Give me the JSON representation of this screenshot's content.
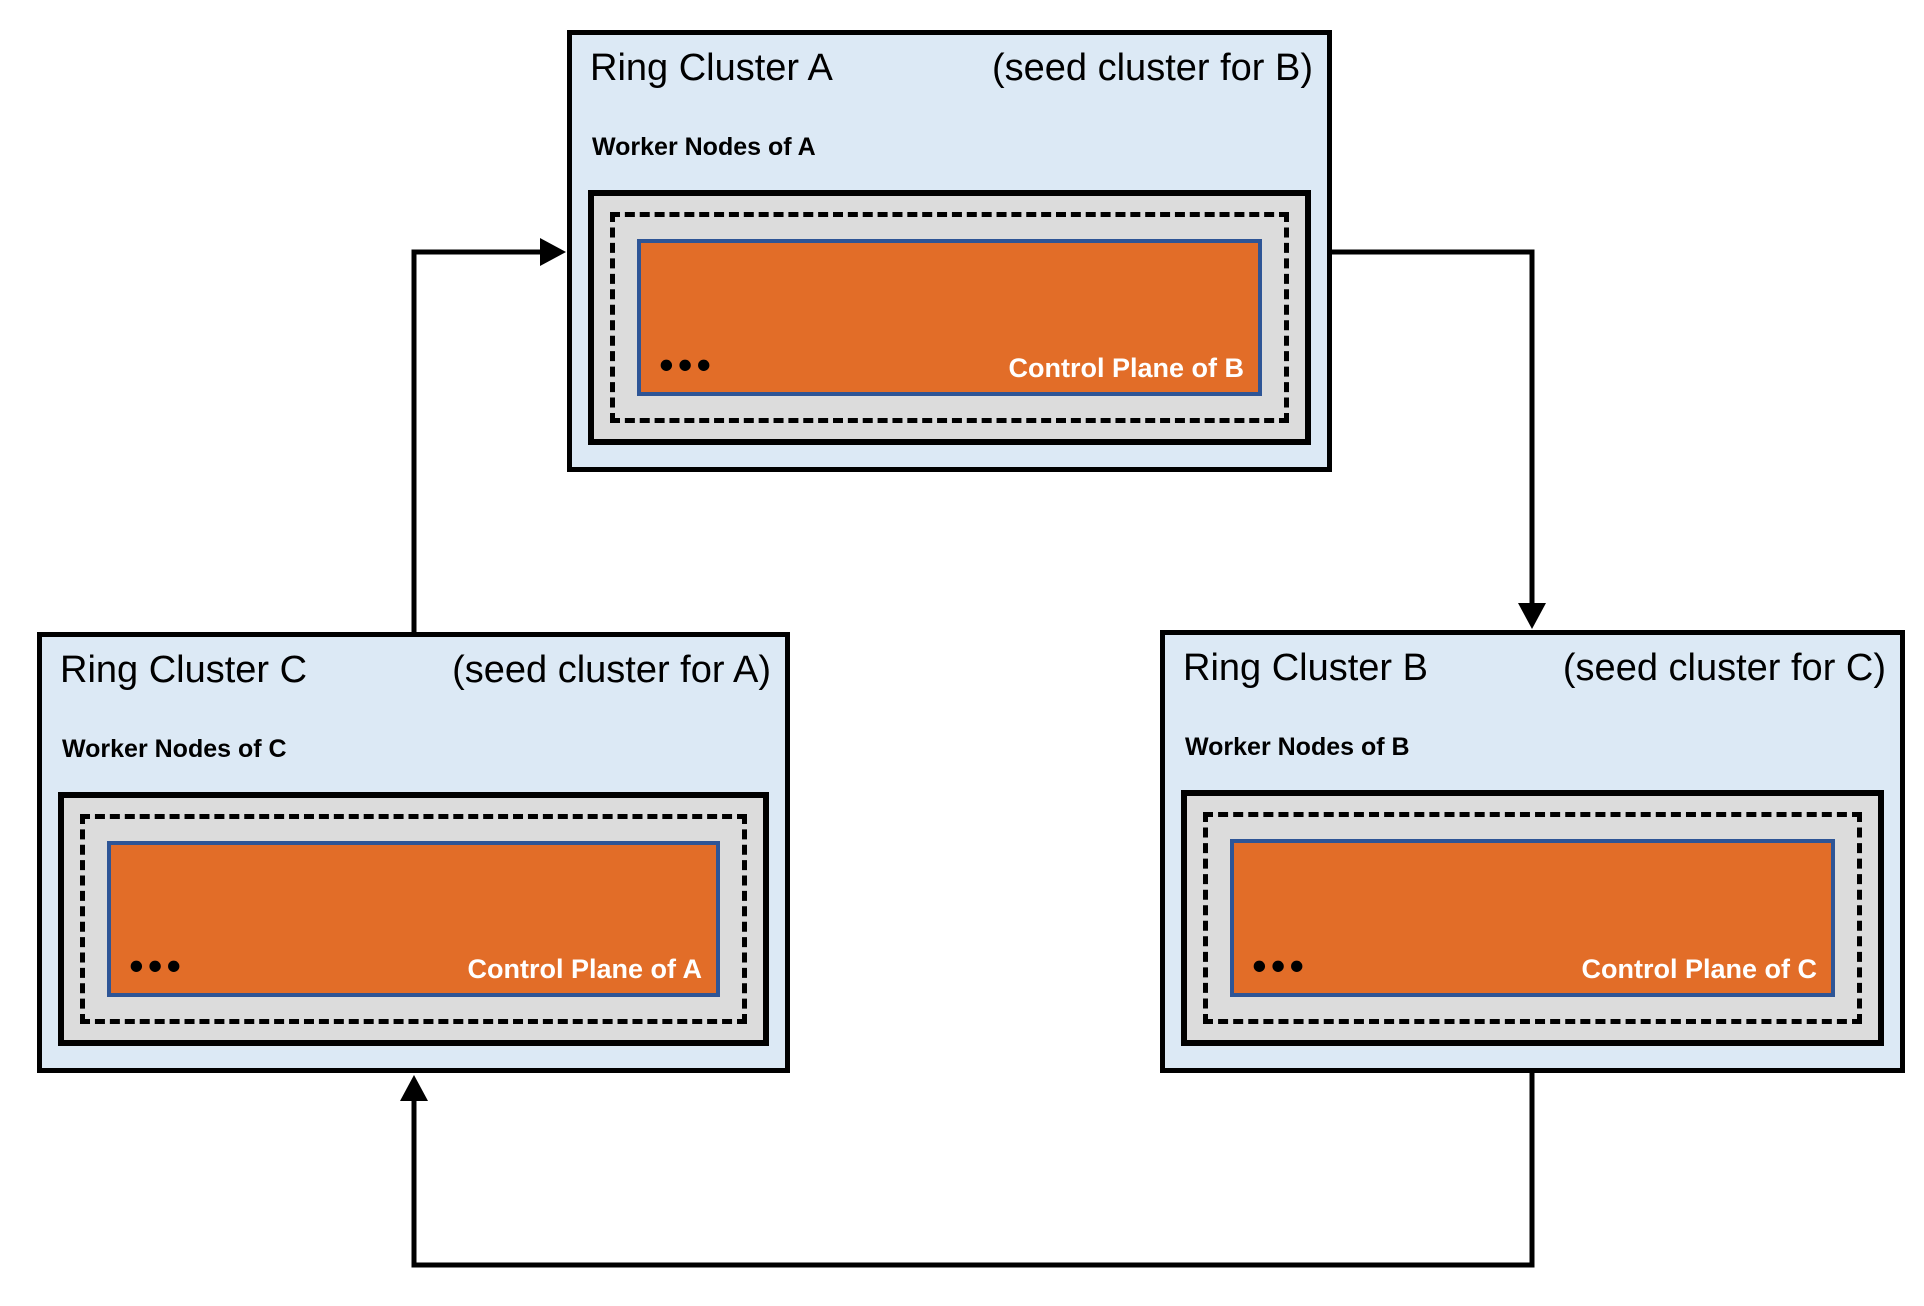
{
  "colors": {
    "cluster_fill": "#dce9f5",
    "cluster_border": "#000000",
    "worker_fill": "#dcdcdc",
    "worker_border": "#000000",
    "control_plane_fill": "#e26d28",
    "control_plane_border": "#2e5596",
    "arrow": "#000000",
    "title_text": "#000000",
    "control_plane_text": "#ffffff"
  },
  "clusters": [
    {
      "id": "A",
      "title": "Ring Cluster A",
      "seed_note": "(seed cluster for B)",
      "worker_label": "Worker Nodes of A",
      "control_plane_label": "Control Plane of B",
      "dots": "•••"
    },
    {
      "id": "B",
      "title": "Ring Cluster B",
      "seed_note": "(seed cluster for C)",
      "worker_label": "Worker Nodes of B",
      "control_plane_label": "Control Plane of C",
      "dots": "•••"
    },
    {
      "id": "C",
      "title": "Ring Cluster C",
      "seed_note": "(seed cluster for A)",
      "worker_label": "Worker Nodes of C",
      "control_plane_label": "Control Plane of A",
      "dots": "•••"
    }
  ],
  "arrows": [
    {
      "id": "c-to-a",
      "from": "C",
      "to": "A"
    },
    {
      "id": "a-to-b",
      "from": "A",
      "to": "B"
    },
    {
      "id": "b-to-c",
      "from": "B",
      "to": "C"
    }
  ]
}
